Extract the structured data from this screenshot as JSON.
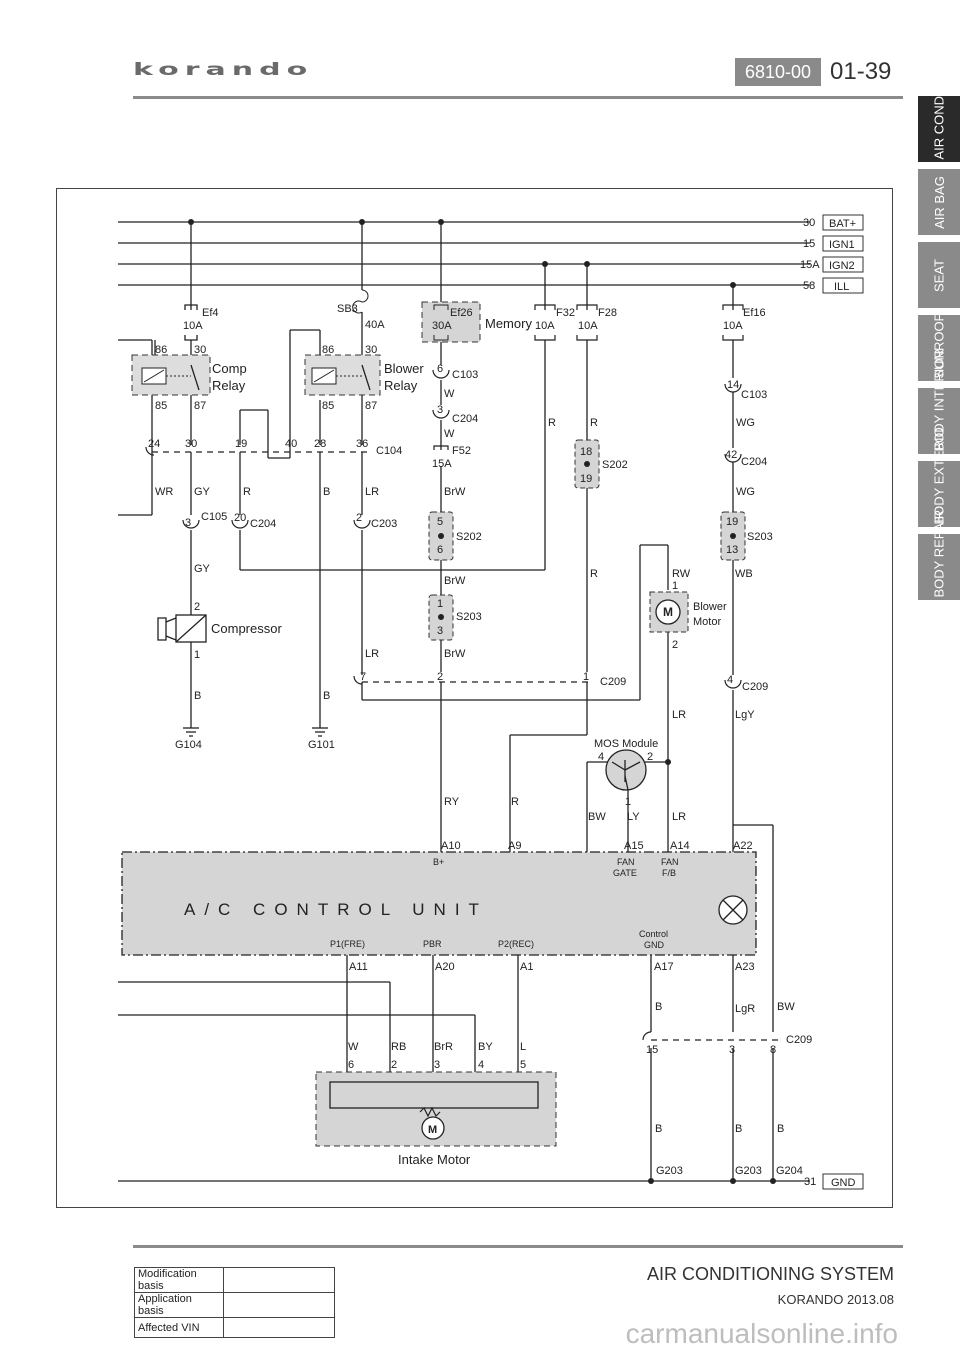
{
  "header": {
    "logo": "korando",
    "section_code": "6810-00",
    "page_number": "01-39"
  },
  "side_tabs": [
    {
      "label": "AIR CONDITIO",
      "active": true
    },
    {
      "label": "AIR BAG",
      "active": false
    },
    {
      "label": "SEAT",
      "active": false
    },
    {
      "label": "SUNROOF",
      "active": false
    },
    {
      "label": "BODY INTERIOR",
      "active": false
    },
    {
      "label": "BODY EXTERIO",
      "active": false
    },
    {
      "label": "BODY REPAIR",
      "active": false
    }
  ],
  "diagram": {
    "power_lines": [
      {
        "num": "30",
        "label": "BAT+"
      },
      {
        "num": "15",
        "label": "IGN1"
      },
      {
        "num": "15A",
        "label": "IGN2"
      },
      {
        "num": "58",
        "label": "ILL"
      }
    ],
    "ground_line": {
      "num": "31",
      "label": "GND"
    },
    "fuses": {
      "ef4": "Ef4",
      "ef4_amp": "10A",
      "sb3": "SB3",
      "sb3_amp": "40A",
      "ef26": "Ef26",
      "ef26_amp": "30A",
      "memory": "Memory",
      "f32": "F32",
      "f32_amp": "10A",
      "f28": "F28",
      "f28_amp": "10A",
      "ef16": "Ef16",
      "ef16_amp": "10A",
      "f52": "F52",
      "f52_amp": "15A"
    },
    "relays": {
      "comp": [
        "Comp",
        "Relay"
      ],
      "blower": [
        "Blower",
        "Relay"
      ],
      "pins": [
        "86",
        "30",
        "85",
        "87"
      ]
    },
    "components": {
      "compressor": "Compressor",
      "blower_motor": [
        "Blower",
        "Motor"
      ],
      "mos_module": "MOS Module",
      "acu": "A/C CONTROL UNIT",
      "intake_motor": "Intake Motor",
      "motor_symbol": "M"
    },
    "connectors": {
      "c104": "C104",
      "c105": "C105",
      "c204": "C204",
      "c203": "C203",
      "c103": "C103",
      "c209": "C209",
      "s202": "S202",
      "s203": "S203"
    },
    "pins": {
      "c104": [
        "24",
        "30",
        "19",
        "40",
        "28",
        "36"
      ],
      "c105": "3",
      "c204_r": "20",
      "c203": "2",
      "ef26_c103": "6",
      "ef26_c204": "3",
      "s202_a": [
        "5",
        "6"
      ],
      "s203_a": [
        "1",
        "3"
      ],
      "s202_b": [
        "18",
        "19"
      ],
      "s203_b": [
        "19",
        "13"
      ],
      "c103_ill": "14",
      "c204_ill": "42",
      "c209_row": [
        "7",
        "2",
        "1"
      ],
      "c209_ill": "4",
      "comp_pins": [
        "2",
        "1"
      ],
      "blower_pins": [
        "1",
        "2"
      ],
      "mos_pins": [
        "4",
        "2",
        "1"
      ],
      "c209_bottom": [
        "15",
        "3",
        "8"
      ],
      "intake_pins": [
        "6",
        "2",
        "3",
        "4",
        "5"
      ]
    },
    "wires": {
      "wr": "WR",
      "gy": "GY",
      "r": "R",
      "b": "B",
      "lr": "LR",
      "w": "W",
      "brw": "BrW",
      "wg": "WG",
      "wb": "WB",
      "rw": "RW",
      "lgy": "LgY",
      "ry": "RY",
      "bw": "BW",
      "ly": "LY",
      "lgr": "LgR",
      "rb": "RB",
      "brr": "BrR",
      "by": "BY",
      "l": "L"
    },
    "grounds": [
      "G104",
      "G101",
      "G203",
      "G203",
      "G204"
    ],
    "acu_pins_top": [
      "A10",
      "A9",
      "A15",
      "A14",
      "A22"
    ],
    "acu_pins_bottom": [
      "A11",
      "A20",
      "A1",
      "A17",
      "A23"
    ],
    "acu_signals": {
      "bplus": "B+",
      "fan_gate": [
        "FAN",
        "GATE"
      ],
      "fan_fb": [
        "FAN",
        "F/B"
      ],
      "p1": "P1(FRE)",
      "pbr": "PBR",
      "p2": "P2(REC)",
      "ctrl_gnd": [
        "Control",
        "GND"
      ]
    }
  },
  "footer": {
    "title": "AIR CONDITIONING SYSTEM",
    "subtitle": "KORANDO 2013.08",
    "table_labels": [
      "Modification basis",
      "Application basis",
      "Affected VIN"
    ],
    "watermark": "carmanualsonline.info"
  }
}
